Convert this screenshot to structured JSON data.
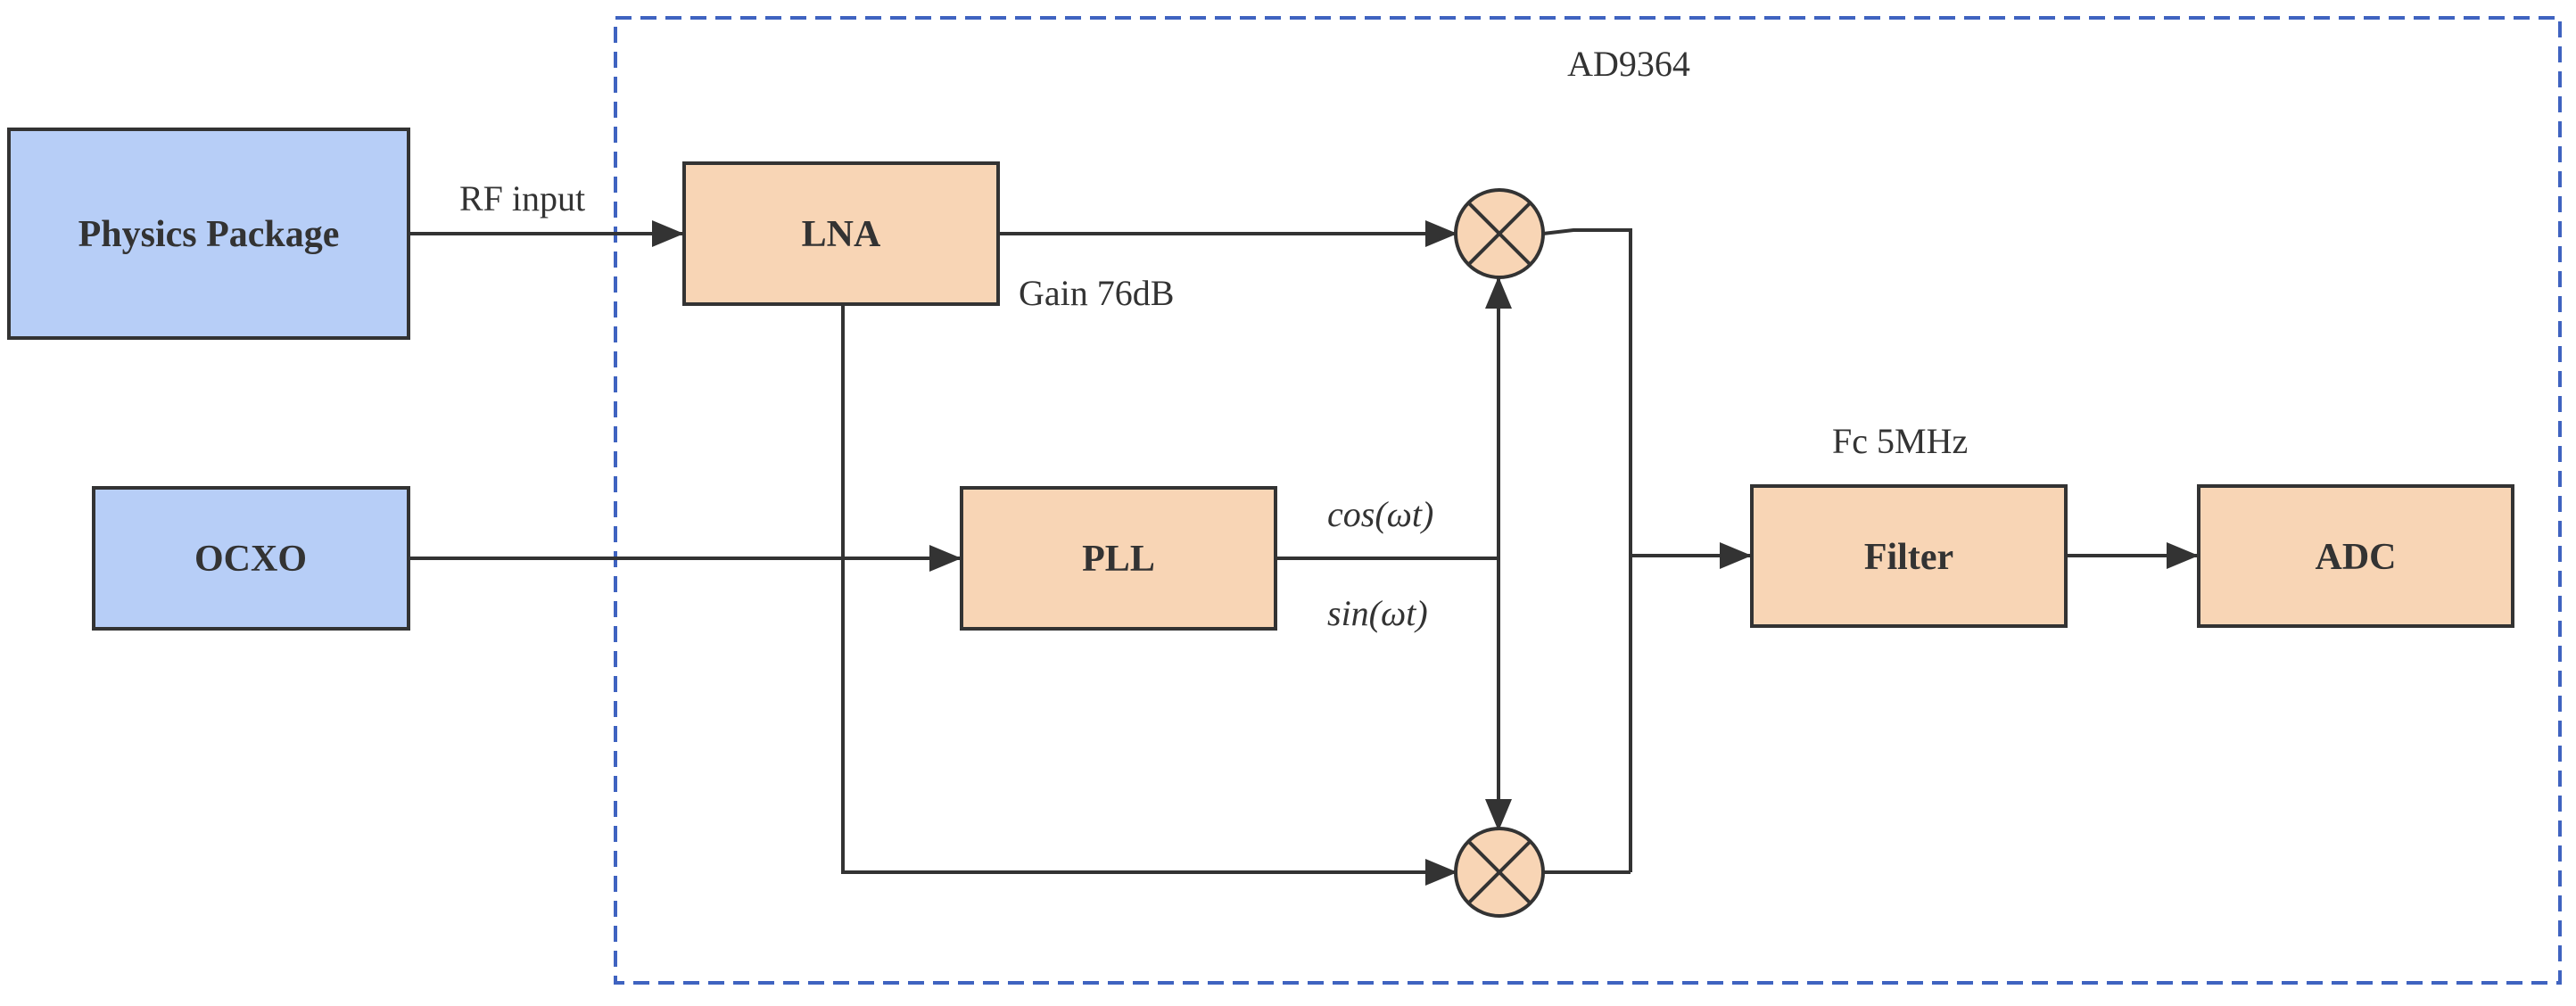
{
  "region": {
    "label": "AD9364",
    "border_color": "#3f63c0"
  },
  "blocks": {
    "physics_package": {
      "label": "Physics Package",
      "fill": "#b7cef7"
    },
    "ocxo": {
      "label": "OCXO",
      "fill": "#b7cef7"
    },
    "lna": {
      "label": "LNA",
      "fill": "#f8d5b5"
    },
    "pll": {
      "label": "PLL",
      "fill": "#f8d5b5"
    },
    "filter": {
      "label": "Filter",
      "fill": "#f8d5b5"
    },
    "adc": {
      "label": "ADC",
      "fill": "#f8d5b5"
    }
  },
  "mixers": {
    "top": {
      "symbol": "multiply",
      "fill": "#f8d5b5"
    },
    "bottom": {
      "symbol": "multiply",
      "fill": "#f8d5b5"
    }
  },
  "annotations": {
    "rf_input": "RF input",
    "gain": "Gain 76dB",
    "cos": "cos(ωt)",
    "sin": "sin(ωt)",
    "fc": "Fc 5MHz"
  },
  "colors": {
    "line": "#333333",
    "block_border": "#333333"
  }
}
